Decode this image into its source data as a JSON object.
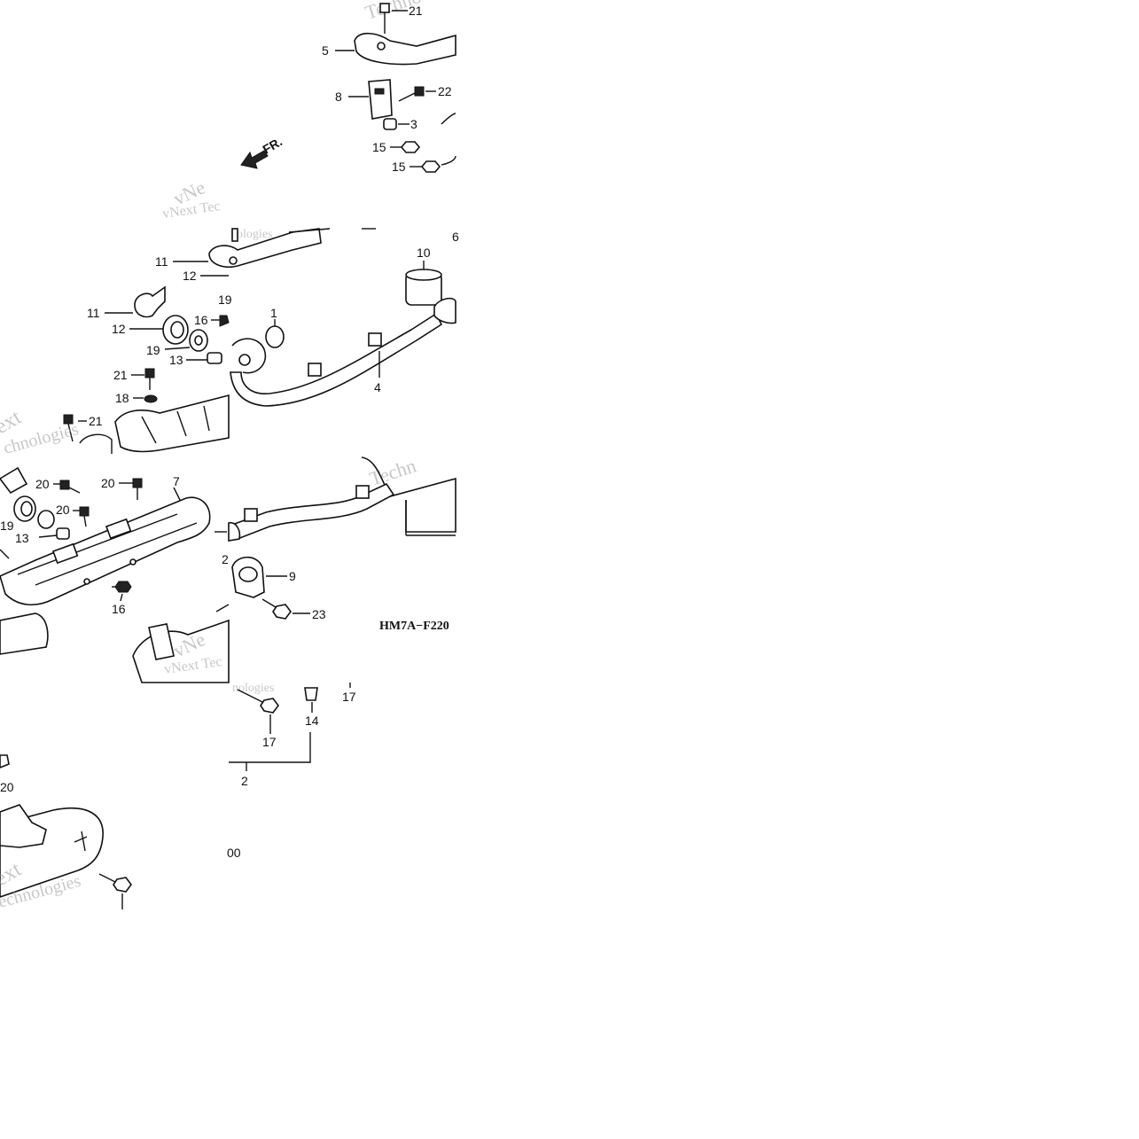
{
  "figure_code": "HM7A−F220",
  "figure_code_fragment": "00",
  "front_marker": "FR.",
  "watermark": {
    "brand": "vNext Tec",
    "full": "Technologies",
    "part1": "vNe",
    "part2": "ext",
    "part3": "echnologies",
    "part4": "chnologies",
    "part5": "nologies",
    "part6": "Techn",
    "part7": "Techno"
  },
  "callouts": {
    "c1": "1",
    "c2": "2",
    "c3": "3",
    "c4": "4",
    "c5": "5",
    "c7": "7",
    "c8": "8",
    "c9": "9",
    "c10": "10",
    "c11a": "11",
    "c11b": "11",
    "c12a": "12",
    "c12b": "12",
    "c13a": "13",
    "c13b": "13",
    "c14": "14",
    "c15a": "15",
    "c15b": "15",
    "c16a": "16",
    "c16b": "16",
    "c17a": "17",
    "c17b": "17",
    "c18": "18",
    "c19a": "19",
    "c19b": "19",
    "c19c": "19",
    "c20a": "20",
    "c20b": "20",
    "c20c": "20",
    "c20d": "20",
    "c21a": "21",
    "c21b": "21",
    "c21c": "21",
    "c22": "22",
    "c23": "23",
    "c6": "6",
    "c2b": "2"
  }
}
